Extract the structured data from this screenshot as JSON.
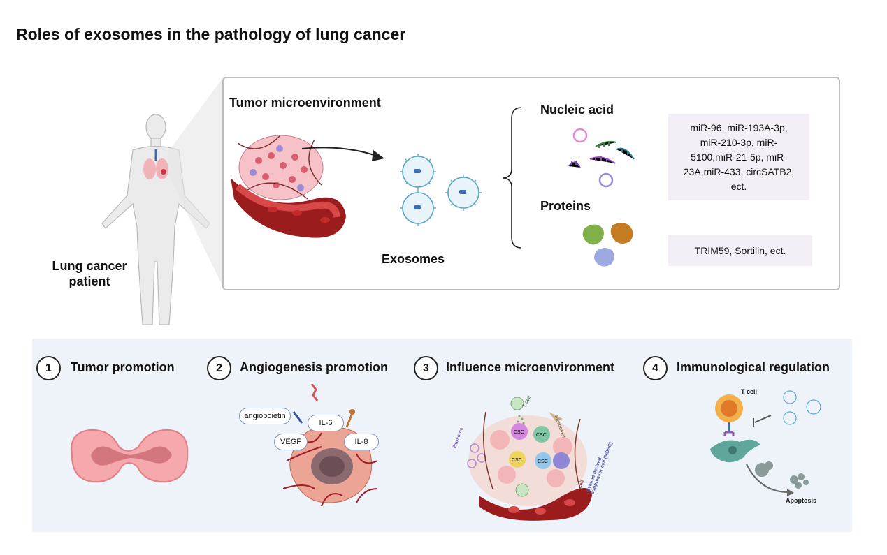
{
  "title": "Roles of exosomes in the pathology of lung cancer",
  "patient": {
    "label": "Lung cancer patient"
  },
  "top_panel": {
    "tme_label": "Tumor microenvironment",
    "exosomes_label": "Exosomes",
    "nucleic_acid": {
      "label": "Nucleic acid",
      "items": "miR-96, miR-193A-3p, miR-210-3p, miR-5100,miR-21-5p, miR-23A,miR-433, circSATB2, ect."
    },
    "proteins": {
      "label": "Proteins",
      "items": "TRIM59, Sortilin, ect."
    }
  },
  "steps": [
    {
      "num": "1",
      "title": "Tumor promotion"
    },
    {
      "num": "2",
      "title": "Angiogenesis  promotion",
      "labels": [
        "angiopoietin",
        "IL-6",
        "VEGF",
        "IL-8"
      ]
    },
    {
      "num": "3",
      "title": "Influence microenvironment",
      "labels": [
        "T cell",
        "Fibroblast",
        "Exosome",
        "CSC",
        "Myeloid derived suppressor cell (MDSC)",
        "cell"
      ]
    },
    {
      "num": "4",
      "title": "Immunological regulation",
      "labels": [
        "T cell",
        "Apoptosis"
      ]
    }
  ],
  "colors": {
    "accent_pink": "#f4eef6",
    "panel_bg": "#eef3f9",
    "exosome": "#5aa6c8",
    "vessel": "#9b1c1c"
  }
}
